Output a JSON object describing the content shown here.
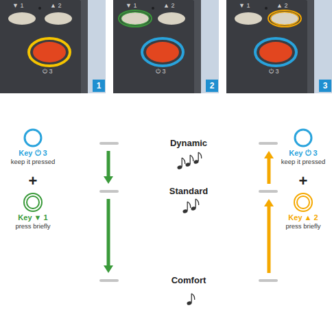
{
  "diagram": {
    "nodes": [
      {
        "text": [
          "Key ⏻ 3",
          "keep it pressed"
        ]
      },
      {
        "text": [
          "Dynamic"
        ]
      },
      {
        "text": [
          "Key ⏻ 3",
          "keep it pressed"
        ]
      },
      {
        "text": [
          "Key ▼ 1",
          "press briefly"
        ]
      },
      {
        "text": [
          "Standard"
        ]
      },
      {
        "text": [
          "Key ▲ 2",
          "press briefly"
        ]
      },
      {
        "text": [
          "Comfort"
        ]
      }
    ],
    "edges": [
      {
        "from": 1,
        "to": 4,
        "arrow": "to"
      },
      {
        "from": 4,
        "to": 6,
        "arrow": "to"
      },
      {
        "from": 6,
        "to": 4,
        "arrow": "to"
      },
      {
        "from": 4,
        "to": 1,
        "arrow": "to"
      }
    ],
    "labels": [
      "▼ 1",
      "▲ 2",
      "⏻ 3",
      "1",
      "▼ 1",
      "▲ 2",
      "⏻ 3",
      "2",
      "▼ 1",
      "▲ 2",
      "⏻ 3",
      "3",
      "+",
      "+"
    ]
  }
}
